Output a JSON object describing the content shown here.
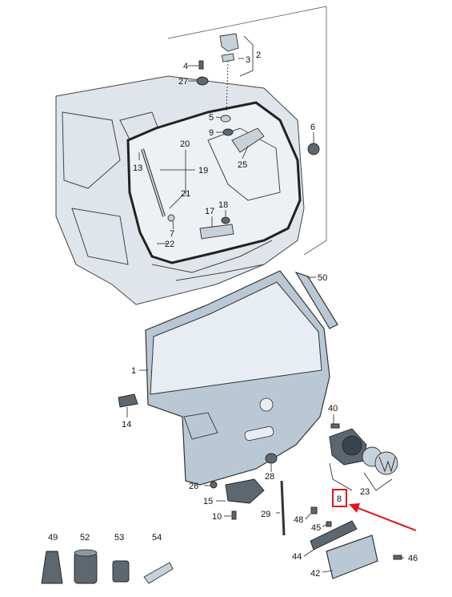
{
  "labels": {
    "l1": "1",
    "l2": "2",
    "l3": "3",
    "l4": "4",
    "l5": "5",
    "l6": "6",
    "l7": "7",
    "l8": "8",
    "l9": "9",
    "l10": "10",
    "l13": "13",
    "l14": "14",
    "l15": "15",
    "l17": "17",
    "l18": "18",
    "l19": "19",
    "l20": "20",
    "l21": "21",
    "l22": "22",
    "l23": "23",
    "l25": "25",
    "l26": "26",
    "l27": "27",
    "l28": "28",
    "l29": "29",
    "l40": "40",
    "l42": "42",
    "l44": "44",
    "l45": "45",
    "l46": "46",
    "l48": "48",
    "l49": "49",
    "l50": "50",
    "l52": "52",
    "l53": "53",
    "l54": "54"
  },
  "colors": {
    "highlight": "#e0161b",
    "tailgate": "#b9c8d4",
    "body": "#dfe5ea"
  },
  "highlighted_part": "8"
}
